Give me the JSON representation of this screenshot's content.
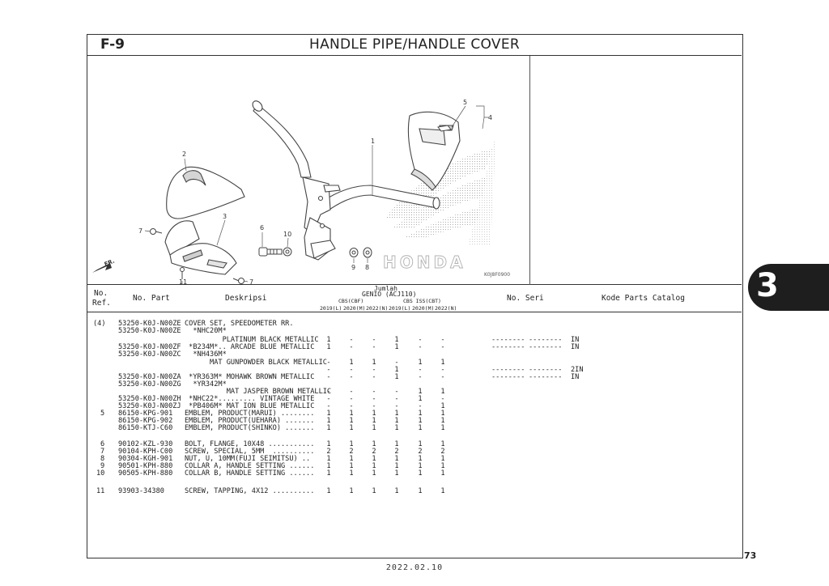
{
  "figure": {
    "code": "F-9",
    "title": "HANDLE PIPE/HANDLE COVER"
  },
  "diagram": {
    "image_code": "K0J8F0900",
    "brand": "HONDA",
    "direction": "FR.",
    "callouts": [
      "1",
      "2",
      "3",
      "4",
      "5",
      "6",
      "7",
      "7",
      "8",
      "9",
      "10",
      "11"
    ]
  },
  "table_header": {
    "no_ref": "No.",
    "ref": "Ref.",
    "no_part": "No. Part",
    "deskripsi": "Deskripsi",
    "jumlah": "Jumlah",
    "model": "GENIO (ACJ110)",
    "cbs_cbf": "CBS(CBF)",
    "cbs_iss": "CBS ISS(CBT)",
    "years": [
      "2019(L)",
      "2020(M)",
      "2022(N)",
      "2019(L)",
      "2020(M)",
      "2022(N)"
    ],
    "no_seri": "No. Seri",
    "kode": "Kode Parts Catalog"
  },
  "rows": [
    {
      "ref": "(4)",
      "part": "53250-K0J-N00ZE",
      "desc": "COVER SET, SPEEDOMETER RR.",
      "q": [
        "",
        "",
        "",
        "",
        "",
        ""
      ],
      "seri": "",
      "seri2": "",
      "kode": ""
    },
    {
      "ref": "",
      "part": "53250-K0J-N00ZE",
      "desc": "  *NHC20M*",
      "q": [
        "",
        "",
        "",
        "",
        "",
        ""
      ],
      "seri": "",
      "seri2": "",
      "kode": ""
    },
    {
      "ref": "",
      "part": "",
      "desc": "         PLATINUM BLACK METALLIC",
      "q": [
        "1",
        "-",
        "-",
        "1",
        "-",
        "-"
      ],
      "seri": "--------",
      "seri2": "--------",
      "kode": "IN"
    },
    {
      "ref": "",
      "part": "53250-K0J-N00ZF",
      "desc": " *B234M*.. ARCADE BLUE METALLIC",
      "q": [
        "1",
        "-",
        "-",
        "1",
        "-",
        "-"
      ],
      "seri": "--------",
      "seri2": "--------",
      "kode": "IN"
    },
    {
      "ref": "",
      "part": "53250-K0J-N00ZC",
      "desc": "  *NH436M*",
      "q": [
        "",
        "",
        "",
        "",
        "",
        ""
      ],
      "seri": "",
      "seri2": "",
      "kode": ""
    },
    {
      "ref": "",
      "part": "",
      "desc": "      MAT GUNPOWDER BLACK METALLIC",
      "q": [
        "-",
        "1",
        "1",
        "-",
        "1",
        "1"
      ],
      "seri": "",
      "seri2": "",
      "kode": ""
    },
    {
      "ref": "",
      "part": "",
      "desc": "",
      "q": [
        "-",
        "-",
        "-",
        "1",
        "-",
        "-"
      ],
      "seri": "--------",
      "seri2": "--------",
      "kode": "2IN"
    },
    {
      "ref": "",
      "part": "53250-K0J-N00ZA",
      "desc": " *YR363M* MOHAWK BROWN METALLIC",
      "q": [
        "-",
        "-",
        "-",
        "1",
        "-",
        "-"
      ],
      "seri": "--------",
      "seri2": "--------",
      "kode": "IN"
    },
    {
      "ref": "",
      "part": "53250-K0J-N00ZG",
      "desc": "  *YR342M*",
      "q": [
        "",
        "",
        "",
        "",
        "",
        ""
      ],
      "seri": "",
      "seri2": "",
      "kode": ""
    },
    {
      "ref": "",
      "part": "",
      "desc": "          MAT JASPER BROWN METALLIC",
      "q": [
        "-",
        "-",
        "-",
        "-",
        "1",
        "1"
      ],
      "seri": "",
      "seri2": "",
      "kode": ""
    },
    {
      "ref": "",
      "part": "53250-K0J-N00ZH",
      "desc": " *NHC22*......... VINTAGE WHITE",
      "q": [
        "-",
        "-",
        "-",
        "-",
        "1",
        "-"
      ],
      "seri": "",
      "seri2": "",
      "kode": ""
    },
    {
      "ref": "",
      "part": "53250-K0J-N00ZJ",
      "desc": " *PB406M* MAT ION BLUE METALLIC",
      "q": [
        "-",
        "-",
        "-",
        "-",
        "-",
        "1"
      ],
      "seri": "",
      "seri2": "",
      "kode": ""
    },
    {
      "ref": "5",
      "part": "86150-KPG-901",
      "desc": "EMBLEM, PRODUCT(MARUI) ........",
      "q": [
        "1",
        "1",
        "1",
        "1",
        "1",
        "1"
      ],
      "seri": "",
      "seri2": "",
      "kode": ""
    },
    {
      "ref": "",
      "part": "86150-KPG-902",
      "desc": "EMBLEM, PRODUCT(UEHARA) .......",
      "q": [
        "1",
        "1",
        "1",
        "1",
        "1",
        "1"
      ],
      "seri": "",
      "seri2": "",
      "kode": ""
    },
    {
      "ref": "",
      "part": "86150-KTJ-C60",
      "desc": "EMBLEM, PRODUCT(SHINKO) .......",
      "q": [
        "1",
        "1",
        "1",
        "1",
        "1",
        "1"
      ],
      "seri": "",
      "seri2": "",
      "kode": ""
    },
    {
      "ref": "6",
      "part": "90102-KZL-930",
      "desc": "BOLT, FLANGE, 10X48 ...........",
      "q": [
        "1",
        "1",
        "1",
        "1",
        "1",
        "1"
      ],
      "seri": "",
      "seri2": "",
      "kode": ""
    },
    {
      "ref": "7",
      "part": "90104-KPH-C00",
      "desc": "SCREW, SPECIAL, 5MM  ..........",
      "q": [
        "2",
        "2",
        "2",
        "2",
        "2",
        "2"
      ],
      "seri": "",
      "seri2": "",
      "kode": ""
    },
    {
      "ref": "8",
      "part": "90304-KGH-901",
      "desc": "NUT, U, 10MM(FUJI SEIMITSU) ..",
      "q": [
        "1",
        "1",
        "1",
        "1",
        "1",
        "1"
      ],
      "seri": "",
      "seri2": "",
      "kode": ""
    },
    {
      "ref": "9",
      "part": "90501-KPH-880",
      "desc": "COLLAR A, HANDLE SETTING ......",
      "q": [
        "1",
        "1",
        "1",
        "1",
        "1",
        "1"
      ],
      "seri": "",
      "seri2": "",
      "kode": ""
    },
    {
      "ref": "10",
      "part": "90505-KPH-880",
      "desc": "COLLAR B, HANDLE SETTING ......",
      "q": [
        "1",
        "1",
        "1",
        "1",
        "1",
        "1"
      ],
      "seri": "",
      "seri2": "",
      "kode": ""
    },
    {
      "ref": "11",
      "part": "93903-34380",
      "desc": "SCREW, TAPPING, 4X12 ..........",
      "q": [
        "1",
        "1",
        "1",
        "1",
        "1",
        "1"
      ],
      "seri": "",
      "seri2": "",
      "kode": ""
    }
  ],
  "section_tab": "3",
  "page_number": "73",
  "date": "2022.02.10"
}
